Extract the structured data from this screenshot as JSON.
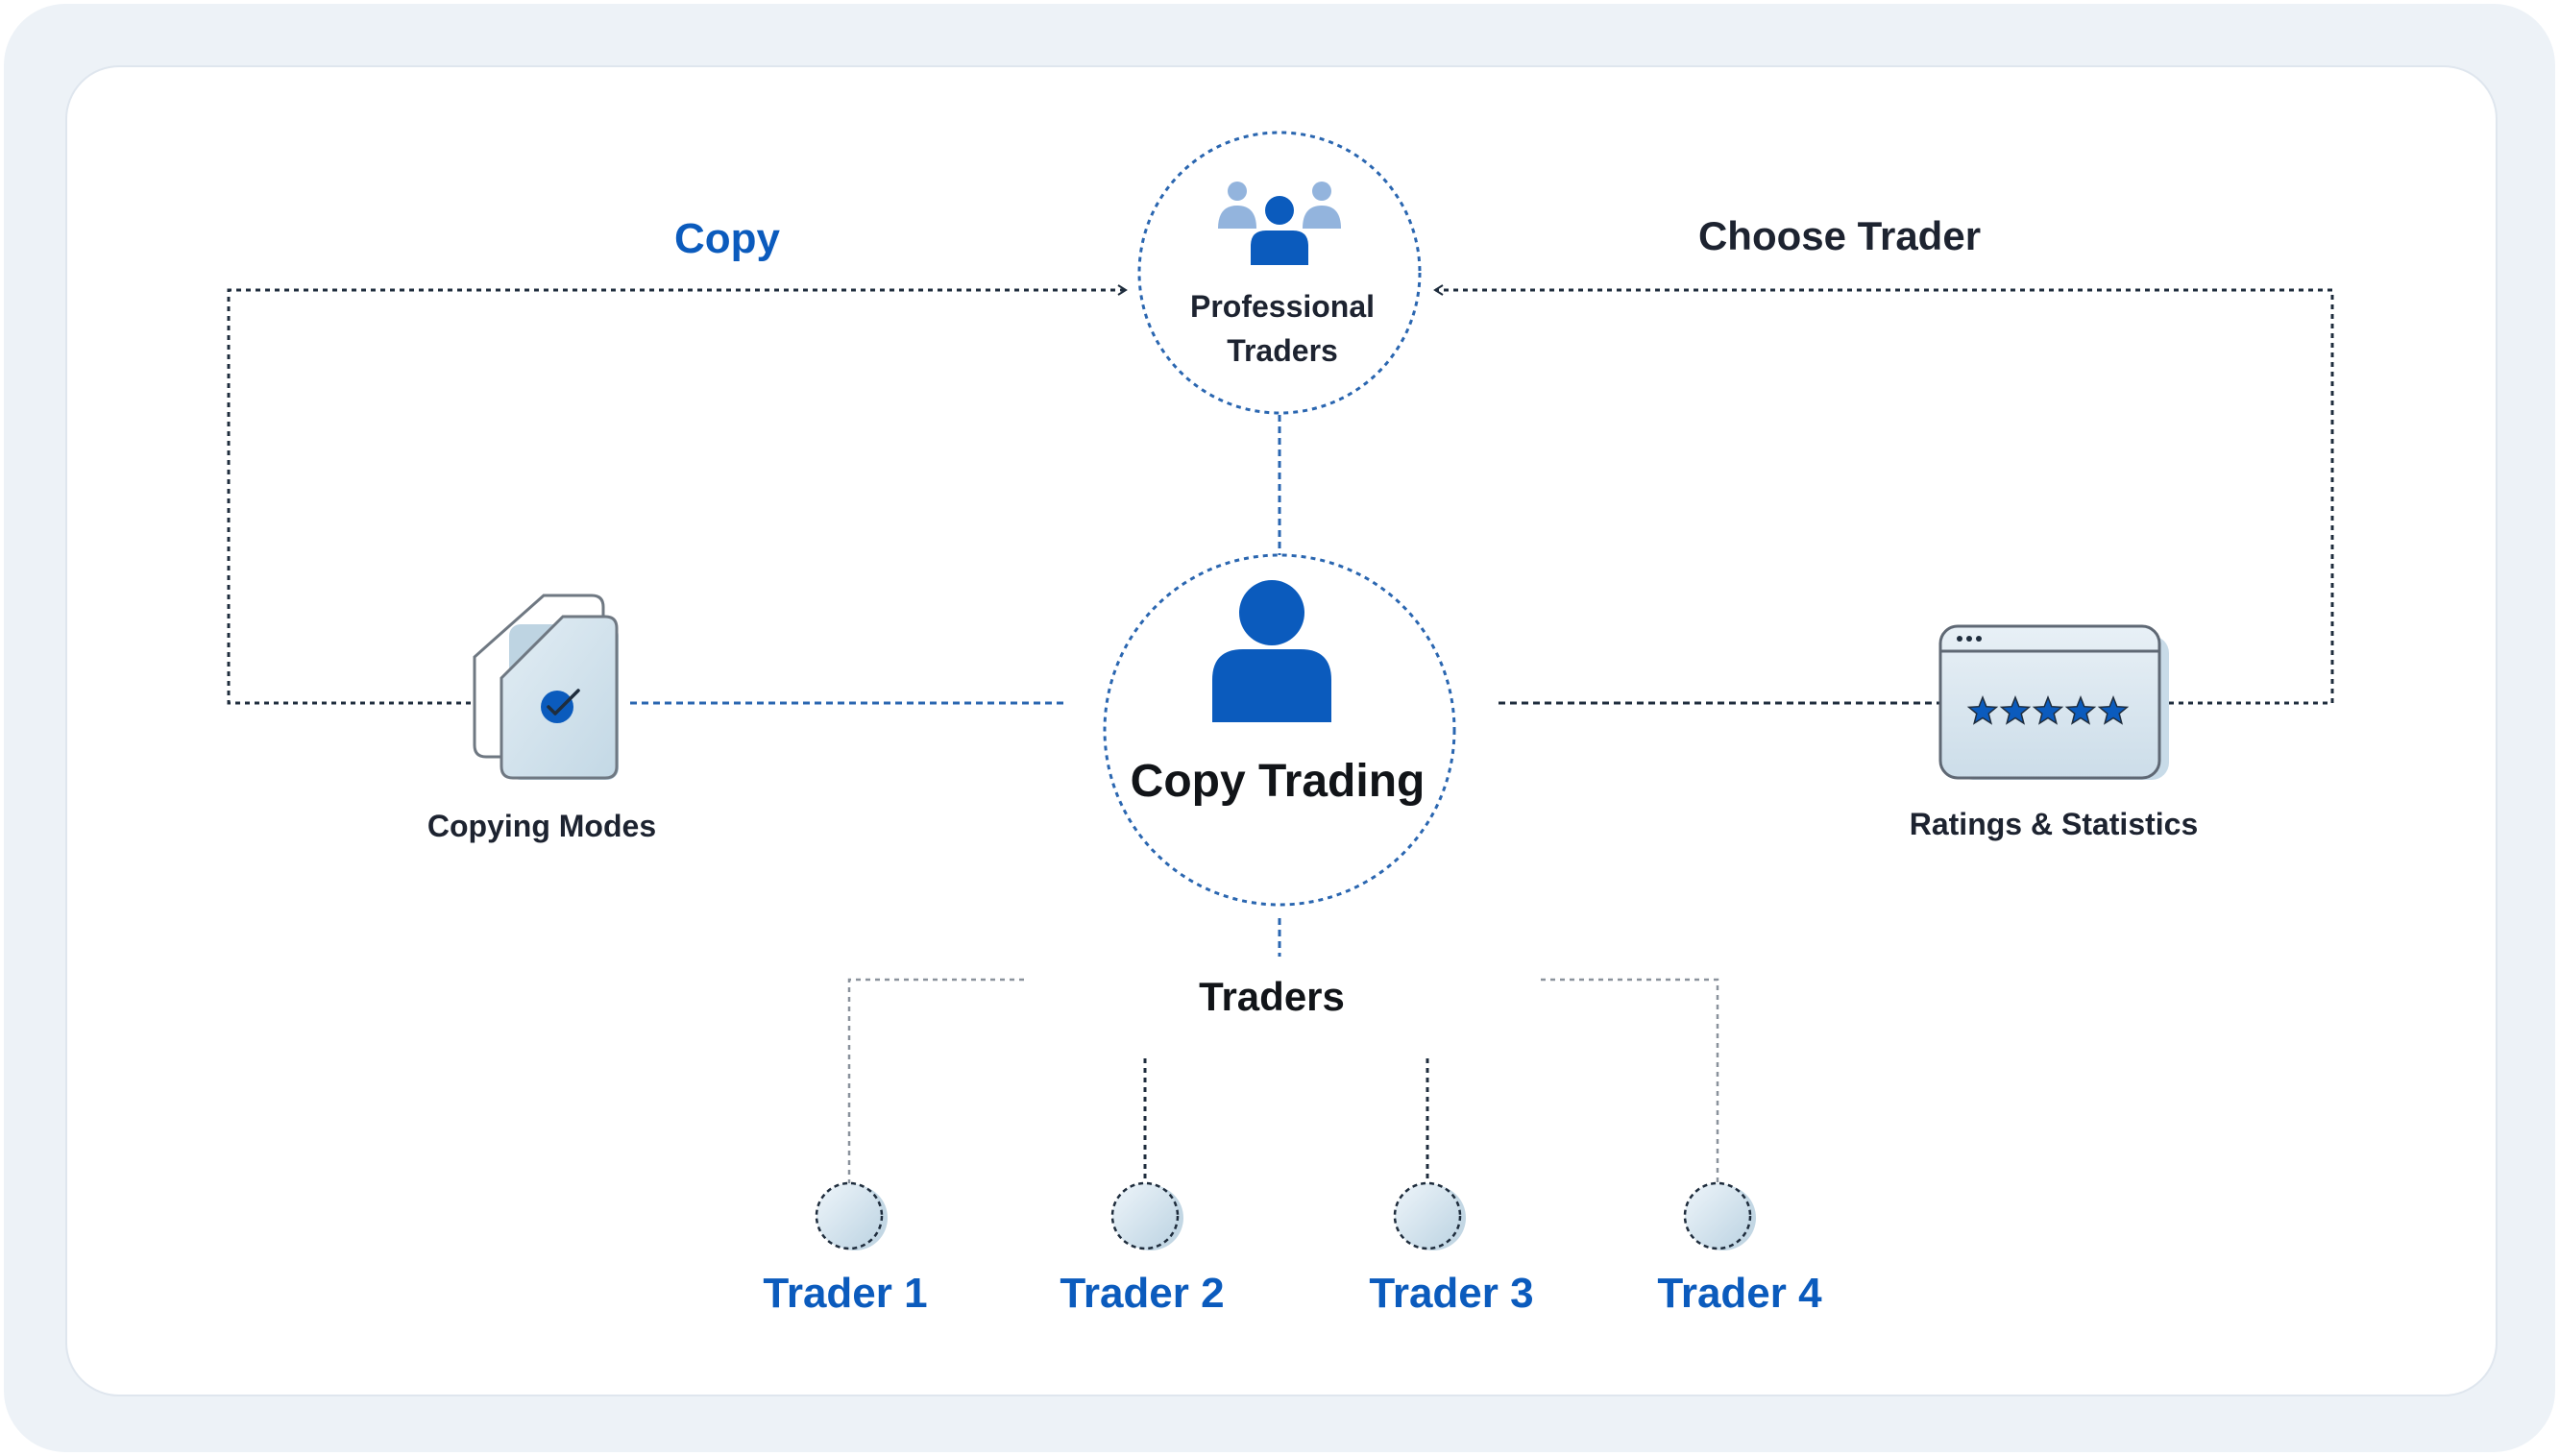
{
  "labels": {
    "copy": "Copy",
    "choose_trader": "Choose Trader",
    "professional_traders": "Professional\nTraders",
    "copy_trading": "Copy Trading",
    "copying_modes": "Copying Modes",
    "ratings_statistics": "Ratings & Statistics",
    "traders": "Traders"
  },
  "traders": [
    "Trader 1",
    "Trader 2",
    "Trader 3",
    "Trader 4"
  ],
  "icons": {
    "professional_traders": "users-group-icon",
    "copy_trading": "user-icon",
    "copying_modes": "document-stack-check-icon",
    "ratings_statistics": "browser-five-stars-icon"
  },
  "colors": {
    "accent": "#0b5bbd",
    "dark_text": "#1d2330",
    "connector": "#1f2d3d",
    "frame": "#edf2f7",
    "node_fill": "#d7e6f0"
  },
  "rating_stars": 5
}
